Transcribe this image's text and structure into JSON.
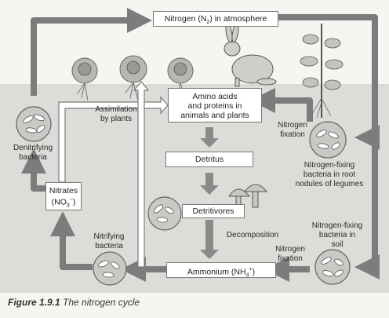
{
  "boxes": {
    "atmosphere_n": "Nitrogen (N",
    "atmosphere_sub": "2",
    "atmosphere_rest": ") in atmosphere",
    "amino_1": "Amino acids",
    "amino_2": "and proteins in",
    "amino_3": "animals and plants",
    "detritus": "Detritus",
    "detritivores": "Detritivores",
    "nitrates_1": "Nitrates",
    "nitrates_2": "(NO",
    "nitrates_sub": "3",
    "nitrates_sup": "−",
    "nitrates_end": ")",
    "ammonium": "Ammonium (NH",
    "ammonium_sub": "4",
    "ammonium_sup": "+",
    "ammonium_end": ")"
  },
  "labels": {
    "assimilation_1": "Assimilation",
    "assimilation_2": "by plants",
    "denitrifying_1": "Denitrifying",
    "denitrifying_2": "bacteria",
    "nitrogen_fixation_top_1": "Nitrogen",
    "nitrogen_fixation_top_2": "fixation",
    "legume_bacteria_1": "Nitrogen-fixing",
    "legume_bacteria_2": "bacteria in root",
    "legume_bacteria_3": "nodules of legumes",
    "decomposition": "Decomposition",
    "soil_bacteria_1": "Nitrogen-fixing",
    "soil_bacteria_2": "bacteria in",
    "soil_bacteria_3": "soil",
    "nitrogen_fixation_bottom_1": "Nitrogen",
    "nitrogen_fixation_bottom_2": "fixation",
    "nitrifying_1": "Nitrifying",
    "nitrifying_2": "bacteria"
  },
  "caption": {
    "figure": "Figure 1.9.1",
    "title": "The nitrogen cycle"
  },
  "colors": {
    "arrow": "#7c7c7c",
    "soil": "#d9d9d5",
    "sky": "#f6f5f1",
    "box_border": "#777777"
  }
}
